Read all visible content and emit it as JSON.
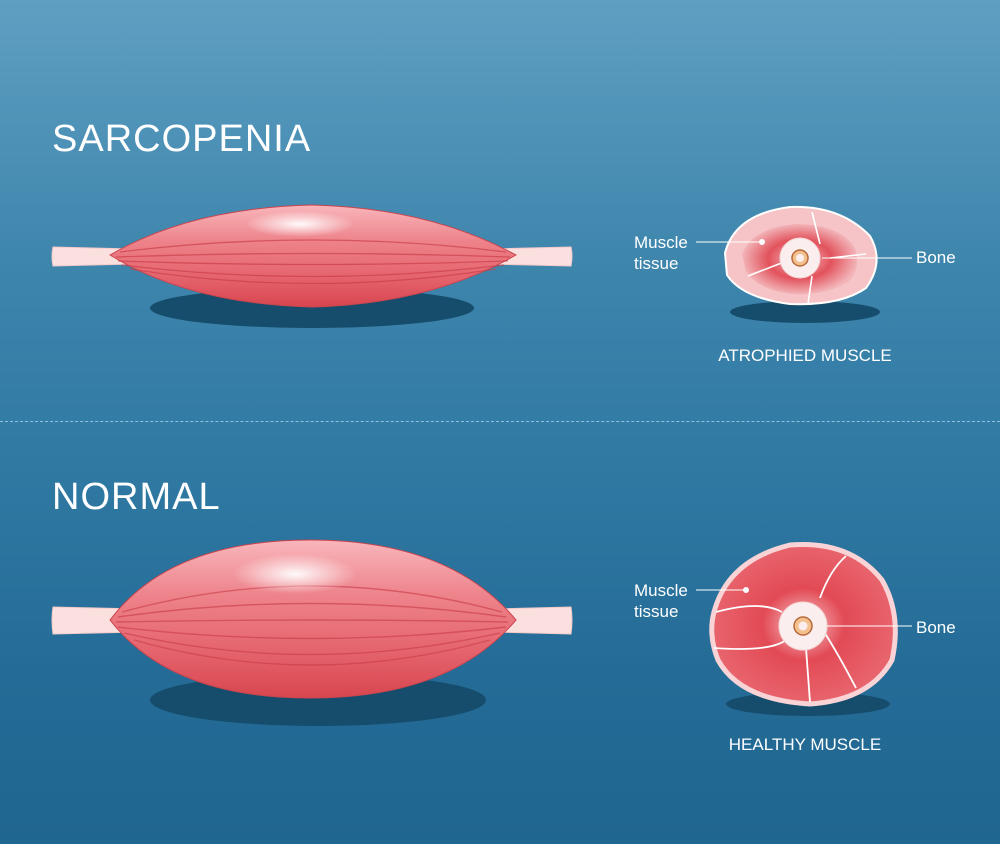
{
  "panels": {
    "sarcopenia": {
      "title": "SARCOPENIA",
      "muscle_label_line1": "Muscle",
      "muscle_label_line2": "tissue",
      "bone_label": "Bone",
      "caption": "ATROPHIED MUSCLE"
    },
    "normal": {
      "title": "NORMAL",
      "muscle_label_line1": "Muscle",
      "muscle_label_line2": "tissue",
      "bone_label": "Bone",
      "caption": "HEALTHY MUSCLE"
    }
  },
  "colors": {
    "background": "#2f79a3",
    "muscle": "#e8717a",
    "muscle_dark": "#d9414c",
    "tendon": "#fbe0e0",
    "shadow": "#174d6c",
    "bone_core": "#f3c08e"
  }
}
